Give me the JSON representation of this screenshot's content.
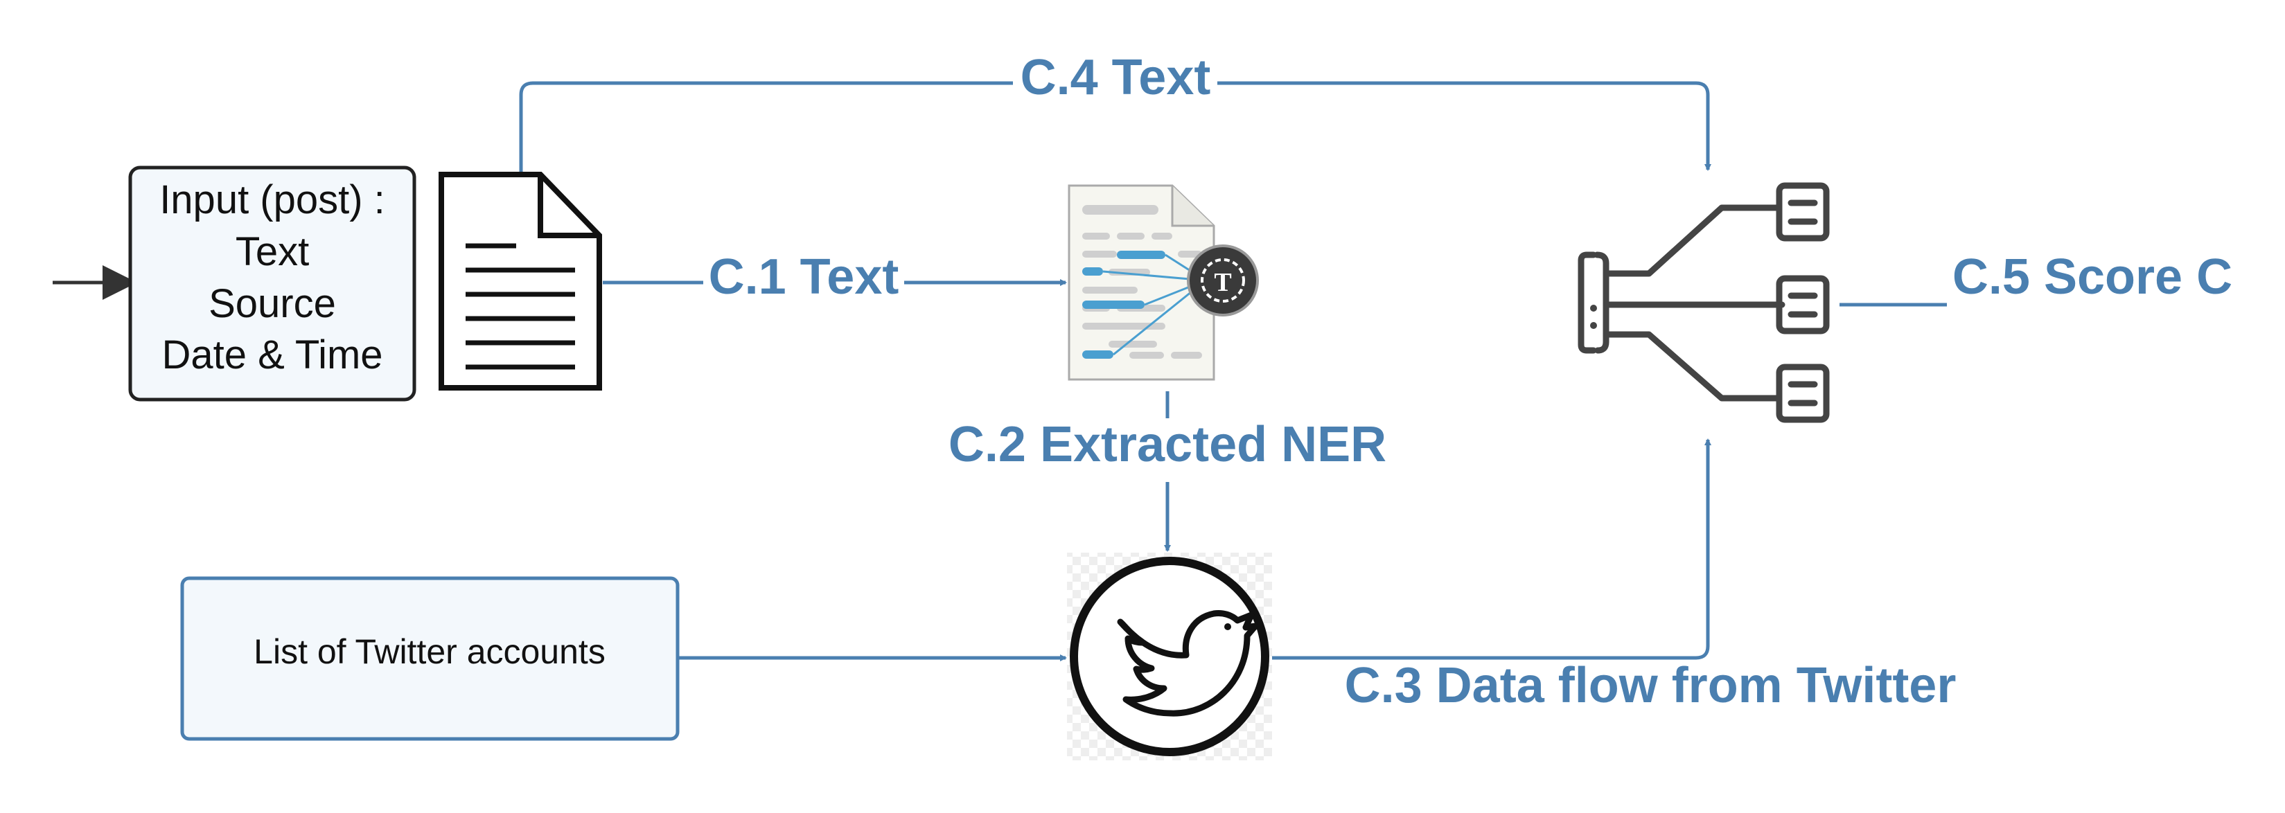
{
  "input_box": {
    "lines": [
      "Input (post) :",
      "Text",
      "Source",
      "Date & Time"
    ]
  },
  "accounts_box": {
    "label": "List of Twitter accounts"
  },
  "edges": {
    "c1": "C.1 Text",
    "c2": "C.2 Extracted NER",
    "c3": "C.3 Data flow from Twitter",
    "c4": "C.4 Text",
    "c5": "C.5 Score C"
  },
  "icons": {
    "document": "document-icon",
    "ner": "ner-extraction-icon",
    "ner_badge": "T",
    "twitter": "twitter-bird-icon",
    "score": "tree-structure-icon"
  },
  "colors": {
    "accent": "#4a7fb0",
    "box_fill": "#f3f8fc",
    "box_stroke_input": "#222222",
    "box_stroke_accounts": "#4a7fb0"
  }
}
